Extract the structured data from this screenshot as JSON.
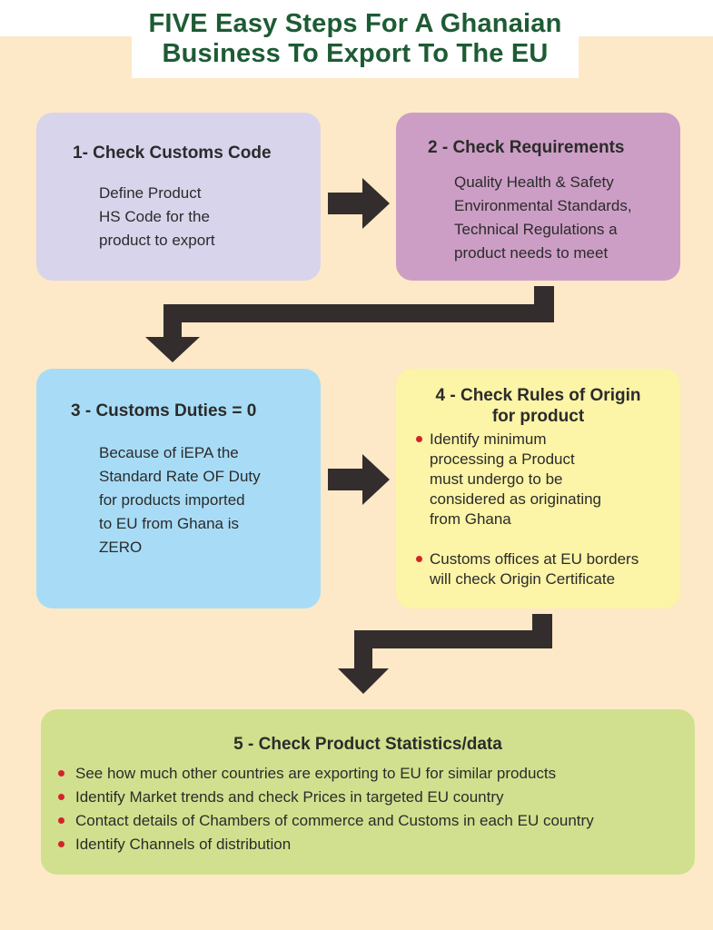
{
  "title": {
    "line1": "FIVE Easy Steps For A Ghanaian",
    "line2": "Business To Export To The EU"
  },
  "colors": {
    "page_background": "#fde9c7",
    "title_text": "#1d5b34",
    "step1": "#d8d4ec",
    "step2": "#cc9ec5",
    "step3": "#a8dcf6",
    "step4": "#fcf4a6",
    "step5": "#d1e08e",
    "arrow": "#332d2d",
    "bullet": "#d2232a"
  },
  "steps": {
    "step1": {
      "title": "1- Check Customs Code",
      "lines": [
        "Define Product",
        "HS Code for the",
        "product to export"
      ]
    },
    "step2": {
      "title": "2 - Check Requirements",
      "lines": [
        "Quality Health & Safety",
        "Environmental Standards,",
        "Technical Regulations a",
        "product needs to meet"
      ]
    },
    "step3": {
      "title": "3 - Customs Duties = 0",
      "lines": [
        "Because of iEPA the",
        "Standard Rate OF Duty",
        "for products imported",
        "to EU from Ghana is",
        "ZERO"
      ]
    },
    "step4": {
      "title_line1": "4 - Check Rules of Origin",
      "title_line2": "for product",
      "bullets": [
        [
          "Identify minimum",
          "processing a Product",
          "must undergo to be",
          "considered as originating",
          "from Ghana"
        ],
        [
          "Customs offices at EU borders",
          "will check Origin Certificate"
        ]
      ]
    },
    "step5": {
      "title": "5 - Check Product Statistics/data",
      "bullets": [
        "See how much other countries are exporting to EU for similar products",
        "Identify Market trends and check Prices in targeted EU country",
        "Contact details of Chambers of commerce and Customs in each EU country",
        "Identify Channels of distribution"
      ]
    }
  },
  "icons": [
    "right-arrow-icon",
    "elbow-down-arrow-icon"
  ]
}
